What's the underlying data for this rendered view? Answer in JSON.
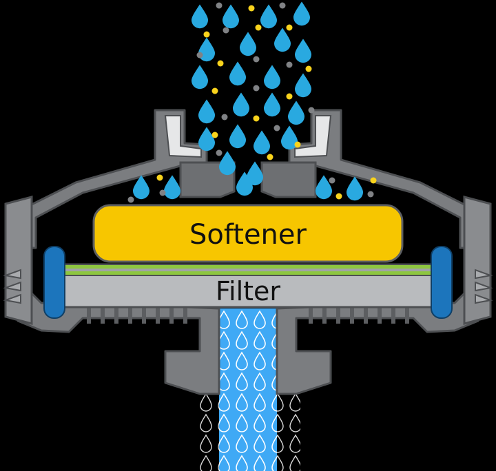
{
  "labels": {
    "softener": "Softener",
    "filter": "Filter"
  },
  "colors": {
    "background": "#000000",
    "housing": "#7b7d80",
    "housing_dark": "#5c5e61",
    "housing_light": "#a9abae",
    "softener": "#f7c600",
    "filter": "#b9bbbe",
    "filter_top_band": "#8dc63f",
    "seal": "#1c75bc",
    "water_drop": "#29a9e0",
    "particle_grey": "#808285",
    "particle_yellow": "#f9d31c",
    "filtered_stream": "#3fa9f5"
  },
  "icons": {
    "incoming": "water-drop-icon",
    "outgoing": "filtered-water-stream"
  }
}
